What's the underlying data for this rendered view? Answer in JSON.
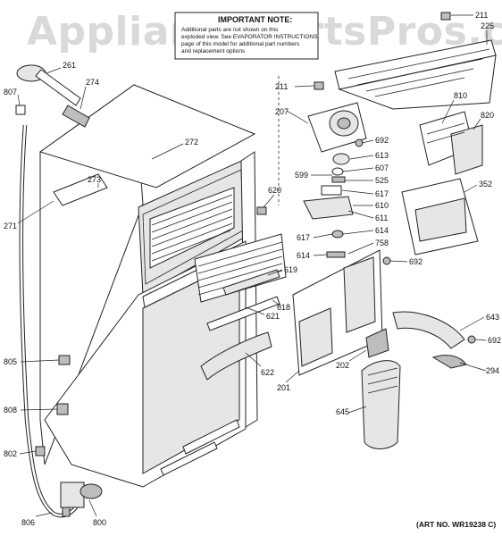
{
  "watermark": "AppliancePartsPros.com",
  "note": {
    "title": "IMPORTANT NOTE:",
    "lines": [
      "Additional parts are not shown on this",
      "exploded view. See EVAPORATOR INSTRUCTIONS",
      "page of this model for additional part numbers",
      "and replacement options"
    ]
  },
  "art_number": "(ART NO. WR19238 C)",
  "callouts": {
    "c211a": "211",
    "c225": "225",
    "c261": "261",
    "c274": "274",
    "c807": "807",
    "c272": "272",
    "c273": "273",
    "c271": "271",
    "c211b": "211",
    "c207": "207",
    "c810": "810",
    "c820": "820",
    "c692a": "692",
    "c613": "613",
    "c599": "599",
    "c607": "607",
    "c525": "525",
    "c617a": "617",
    "c610": "610",
    "c620": "620",
    "c352": "352",
    "c611": "611",
    "c617b": "617",
    "c614a": "614",
    "c758": "758",
    "c614b": "614",
    "c692b": "692",
    "c619": "619",
    "c618": "618",
    "c621": "621",
    "c622": "622",
    "c643": "643",
    "c692c": "692",
    "c202": "202",
    "c294": "294",
    "c201": "201",
    "c645": "645",
    "c805": "805",
    "c808": "808",
    "c802": "802",
    "c806": "806",
    "c800": "800"
  }
}
